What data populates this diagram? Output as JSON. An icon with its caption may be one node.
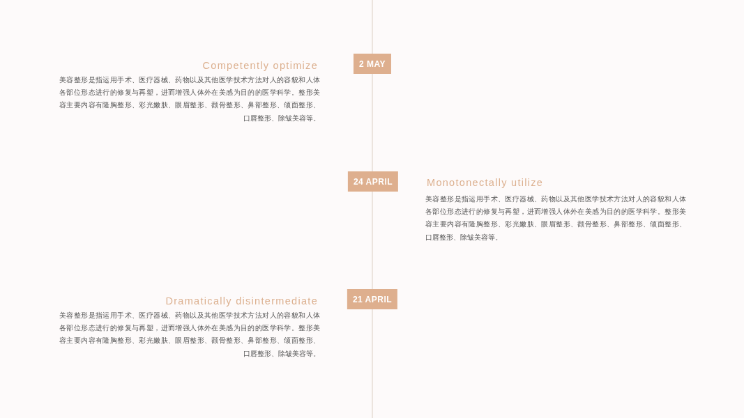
{
  "diagram": {
    "nodes": [
      {
        "text": [
          "2 MAY"
        ],
        "beside": [
          "Competently optimize",
          "美容整形是指运用手术、医疗器械、药物以及其他医学技术方法对人的容貌和人体各部位形态进行的修复与再塑，进而增强人体外在美感为目的的医学科学。整形美容主要内容有隆胸整形、彩光嫩肤、眼眉整形、颧骨整形、鼻部整形、颌面整形、口唇整形、除皱美容等。"
        ]
      },
      {
        "text": [
          "24 APRIL"
        ],
        "beside": [
          "Monotonectally utilize",
          "美容整形是指运用手术、医疗器械、药物以及其他医学技术方法对人的容貌和人体各部位形态进行的修复与再塑，进而增强人体外在美感为目的的医学科学。整形美容主要内容有隆胸整形、彩光嫩肤、眼眉整形、颧骨整形、鼻部整形、颌面整形、口唇整形、除皱美容等。"
        ]
      },
      {
        "text": [
          "21 APRIL"
        ],
        "beside": [
          "Dramatically disintermediate",
          "美容整形是指运用手术、医疗器械、药物以及其他医学技术方法对人的容貌和人体各部位形态进行的修复与再塑，进而增强人体外在美感为目的的医学科学。整形美容主要内容有隆胸整形、彩光嫩肤、眼眉整形、颧骨整形、鼻部整形、颌面整形、口唇整形、除皱美容等。"
        ]
      }
    ],
    "edges": [
      {
        "from": null,
        "to": 0,
        "arrow": "none"
      },
      {
        "from": 0,
        "to": 1,
        "arrow": "none"
      },
      {
        "from": 1,
        "to": 2,
        "arrow": "none"
      },
      {
        "from": 2,
        "to": null,
        "arrow": "none"
      }
    ]
  }
}
